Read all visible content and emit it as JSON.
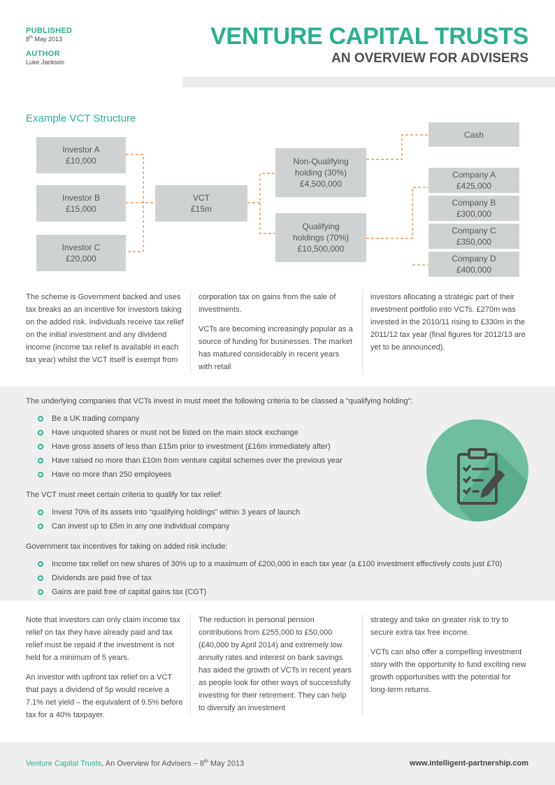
{
  "meta": {
    "published_label": "PUBLISHED",
    "published_day": "8",
    "published_suffix": "th",
    "published_rest": " May 2013",
    "author_label": "AUTHOR",
    "author_name": "Luke Jackson"
  },
  "title": {
    "main": "VENTURE CAPITAL TRUSTS",
    "sub": "AN OVERVIEW FOR ADVISERS"
  },
  "diagram": {
    "title": "Example VCT Structure",
    "investors": [
      {
        "name": "Investor A",
        "amount": "£10,000"
      },
      {
        "name": "Investor B",
        "amount": "£15,000"
      },
      {
        "name": "Investor C",
        "amount": "£20,000"
      }
    ],
    "vct": {
      "name": "VCT",
      "amount": "£15m"
    },
    "non_qualifying": {
      "line1": "Non-Qualifying",
      "line2": "holding (30%)",
      "amount": "£4,500,000"
    },
    "qualifying": {
      "line1": "Qualifying",
      "line2": "holdings (70%)",
      "amount": "£10,500,000"
    },
    "cash": "Cash",
    "companies": [
      {
        "name": "Company A",
        "amount": "£425,000"
      },
      {
        "name": "Company B",
        "amount": "£300,000"
      },
      {
        "name": "Company C",
        "amount": "£350,000"
      },
      {
        "name": "Company D",
        "amount": "£400,000"
      }
    ]
  },
  "intro_columns": [
    [
      "The scheme is Government backed and uses tax breaks as an incentive for investors taking on the added risk. Individuals receive tax relief on the initial investment and any dividend income (income tax relief is available in each tax year) whilst the VCT itself is exempt from"
    ],
    [
      "corporation tax on gains from the sale of investments.",
      "VCTs are becoming increasingly popular as a source of funding for businesses. The market has matured considerably in recent years with retail"
    ],
    [
      "investors allocating a strategic part of their investment portfolio into VCTs. £270m was invested in the 2010/11 rising to £330m in the 2011/12 tax year (final figures for 2012/13 are yet to be announced)."
    ]
  ],
  "criteria": {
    "qualifying_intro": "The underlying companies that VCTs invest in must meet the following criteria to be classed a “qualifying holding”:",
    "qualifying_items": [
      "Be a UK trading company",
      "Have unquoted shares or must not be listed on the main stock exchange",
      "Have gross assets of less than £15m prior to investment (£16m immediately after)",
      "Have raised no more than £10m from venture capital schemes over the previous year",
      "Have no more than 250 employees"
    ],
    "vct_intro": "The VCT must meet certain criteria to qualify for tax relief:",
    "vct_items": [
      "Invest 70% of its assets into “qualifying holdings” within 3 years of launch",
      "Can invest up to £5m in any one individual company"
    ],
    "gov_intro": "Government tax incentives for taking on added risk include:",
    "gov_items": [
      "Income tax relief on new shares of 30% up to a maximum of £200,000 in each tax year (a £100 investment effectively costs just £70)",
      "Dividends are paid free of tax",
      "Gains are paid free of capital gains tax (CGT)"
    ],
    "badge_icon": "clipboard-checklist-icon",
    "accent_color": "#2ab08f",
    "badge_color": "#6fbf9f"
  },
  "bottom_columns": [
    [
      "Note that investors can only claim income tax relief on tax they have already paid and tax relief must be repaid if the investment is not held for a minimum of 5 years.",
      "An investor with upfront tax relief on a VCT that pays a dividend of 5p would receive a 7.1% net yield – the equivalent of 9.5% before tax for a 40% taxpayer."
    ],
    [
      "The reduction in personal pension contributions from £255,000 to £50,000 (£40,000 by April 2014) and extremely low annuity rates and interest on bank savings has aided the growth of VCTs in recent years as people look for other ways of successfully investing for their retirement. They can help to diversify an investment"
    ],
    [
      "strategy and take on greater risk to try to secure extra tax free income.",
      "VCTs can also offer a compelling investment story with the opportunity to fund exciting new growth opportunities with the potential for long-term returns."
    ]
  ],
  "footer": {
    "title_accent": "Venture Capital Trusts",
    "title_rest": ", An Overview for Advisers – 8",
    "date_suffix": "th",
    "date_rest": " May 2013",
    "url": "www.intelligent-partnership.com"
  }
}
